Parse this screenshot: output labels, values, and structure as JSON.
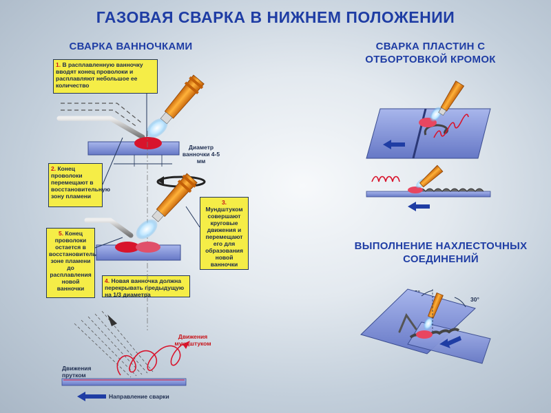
{
  "title": "ГАЗОВАЯ СВАРКА В НИЖНЕМ ПОЛОЖЕНИИ",
  "left": {
    "heading": "СВАРКА ВАННОЧКАМИ",
    "step1": {
      "num": "1.",
      "text": "В расплавленную ванночку вводят конец проволоки и расплавляют небольшое ее количество"
    },
    "step2": {
      "num": "2.",
      "text": "Конец проволоки перемещают в восстановительную зону пламени"
    },
    "step3": {
      "num": "3.",
      "text": "Мундштуком совершают круговые движения и перемещают его для образования новой ванночки"
    },
    "step4": {
      "num": "4.",
      "text": "Новая ванночка должна перекрывать предыдущую на 1/3 диаметра"
    },
    "step5": {
      "num": "5.",
      "text": "Конец проволоки остается в восстановительной зоне пламени до расплавления новой ванночки"
    },
    "diameter_label": "Диаметр ванночки 4-5 мм",
    "torch_motion_label": "Движения мундштуком",
    "rod_motion_label": "Движения прутком",
    "direction_label": "Направление сварки"
  },
  "right": {
    "heading1": "СВАРКА ПЛАСТИН С ОТБОРТОВКОЙ КРОМОК",
    "heading2": "ВЫПОЛНЕНИЕ НАХЛЕСТОЧНЫХ СОЕДИНЕНИЙ",
    "angle1": "45°",
    "angle2": "30°"
  },
  "colors": {
    "title_blue": "#1f3da4",
    "box_yellow": "#f5ed47",
    "plate_blue": "#7b8ed3",
    "torch_orange": "#ee8a1e",
    "weld_red": "#d8142c",
    "arrow_blue": "#1f3da4"
  }
}
